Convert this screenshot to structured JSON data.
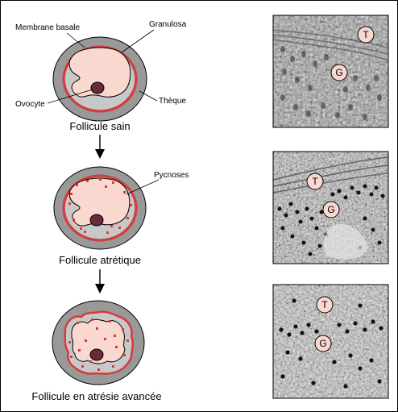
{
  "stage1": {
    "caption": "Follicule sain",
    "labels": {
      "membrane": "Membrane basale",
      "granulosa": "Granulosa",
      "ovocyte": "Ovocyte",
      "theque": "Thèque"
    }
  },
  "stage2": {
    "caption": "Follicule atrétique",
    "labels": {
      "pycnoses": "Pycnoses"
    }
  },
  "stage3": {
    "caption": "Follicule en atrésie avancée"
  },
  "micrographs": [
    {
      "t_label": "T",
      "g_label": "G"
    },
    {
      "t_label": "T",
      "g_label": "G"
    },
    {
      "t_label": "T",
      "g_label": "G"
    }
  ],
  "colors": {
    "theca": "#999999",
    "membrane": "#d83a3a",
    "granulosa": "#f9d9cf",
    "antrum_fill": "#c8c8c8",
    "oocyte": "#6a2a3a",
    "label_circle": "#f9d9cf",
    "arrow": "#000000"
  },
  "icons": {
    "arrow": "arrow-down-icon"
  }
}
